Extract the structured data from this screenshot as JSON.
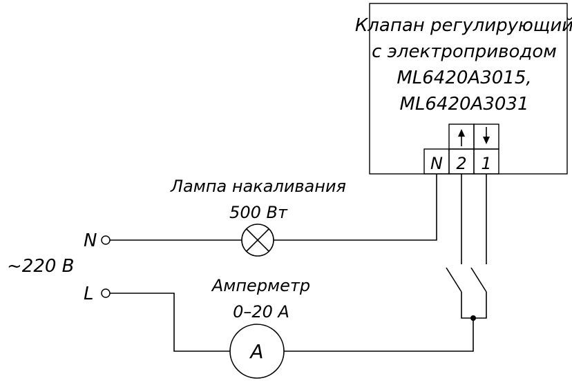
{
  "valve": {
    "line1": "Клапан регулирующий",
    "line2": "с электроприводом",
    "line3": "ML6420A3015,",
    "line4": "ML6420A3031",
    "terminal_n": "N",
    "terminal_2": "2",
    "terminal_1": "1"
  },
  "lamp": {
    "line1": "Лампа накаливания",
    "line2": "500  Вт"
  },
  "ammeter": {
    "line1": "Амперметр",
    "line2": "0–20  А",
    "symbol": "А"
  },
  "supply": {
    "voltage": "~220  В",
    "n_label": "N",
    "l_label": "L"
  }
}
